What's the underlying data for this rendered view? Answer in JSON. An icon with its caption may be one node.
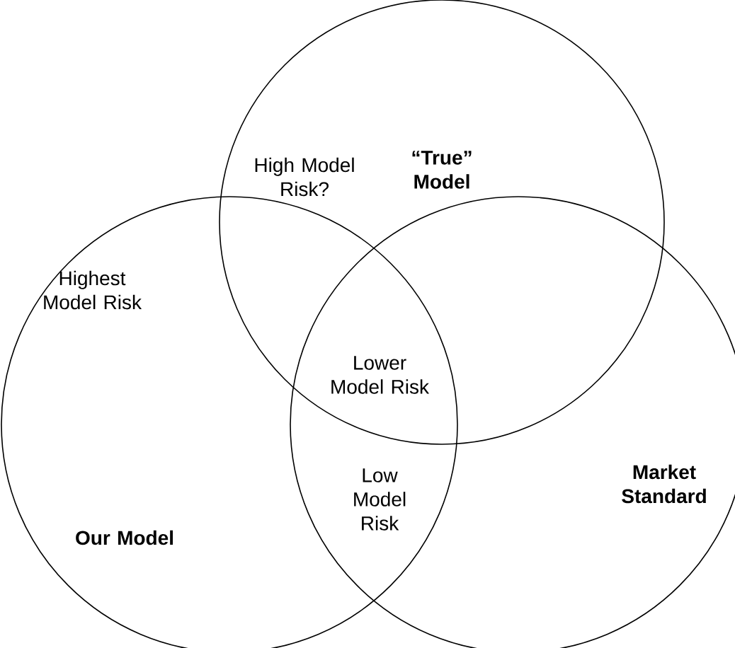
{
  "diagram": {
    "nodes": [
      {
        "text": [
          "“True” Model"
        ]
      },
      {
        "text": [
          "Our Model"
        ]
      },
      {
        "text": [
          "Market Standard"
        ]
      }
    ],
    "labels": [
      "High Model Risk?",
      "Highest Model Risk",
      "Lower Model Risk",
      "Low Model Risk"
    ]
  }
}
